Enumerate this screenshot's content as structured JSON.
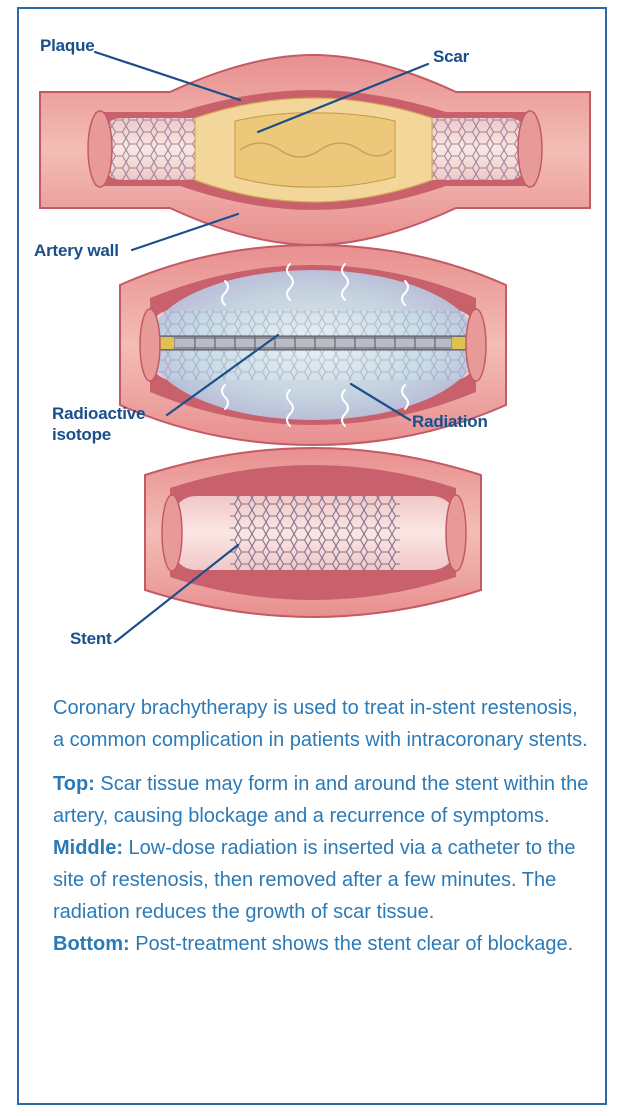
{
  "labels": {
    "plaque": "Plaque",
    "scar": "Scar",
    "artery_wall": "Artery wall",
    "radioactive_isotope_line1": "Radioactive",
    "radioactive_isotope_line2": "isotope",
    "radiation": "Radiation",
    "stent": "Stent"
  },
  "caption": {
    "intro": "Coronary brachytherapy is used to treat in-stent restenosis, a common complication in patients with intracoronary stents.",
    "top_heading": "Top:",
    "top_text": " Scar tissue may form in and around the stent within the artery, causing blockage and a recurrence of symptoms.",
    "middle_heading": "Middle:",
    "middle_text": " Low-dose radiation is inserted via a catheter to the site of restenosis, then removed after a few minutes. The radiation reduces the growth of scar tissue.",
    "bottom_heading": "Bottom:",
    "bottom_text": " Post-treatment shows the stent clear of blockage."
  },
  "colors": {
    "frame": "#2c6aa6",
    "label_text": "#1a4f8a",
    "caption_text": "#2b7ab8",
    "artery_wall": "#d9707c",
    "artery_wall_light": "#f2b9b3",
    "lumen": "#f6d4d0",
    "plaque": "#f3d79a",
    "scar": "#ecca72",
    "radiation_glow": "#cfe4ee"
  }
}
